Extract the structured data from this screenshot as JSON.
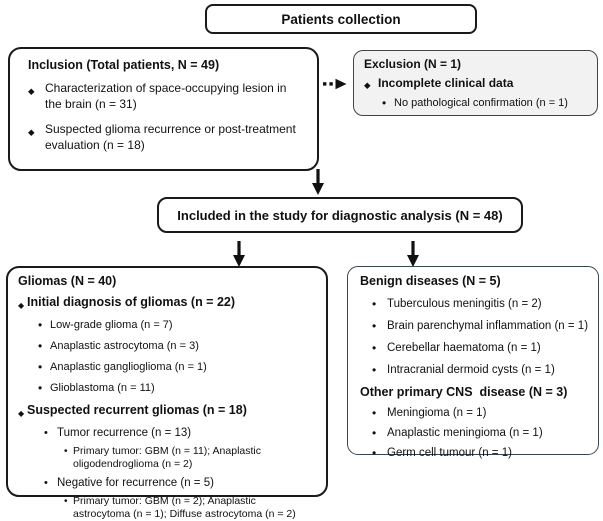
{
  "bullets": {
    "diamond": "◆",
    "round": "•"
  },
  "colors": {
    "box_border": "#1a1a1a",
    "benign_border": "#37474f",
    "exclusion_bg": "#f2f2f2",
    "text": "#111111"
  },
  "title_box": {
    "label": "Patients collection"
  },
  "inclusion_box": {
    "header": "Inclusion (Total patients, N = 49)",
    "items": [
      "Characterization of space-occupying lesion in the brain (n = 31)",
      "Suspected glioma recurrence or post-treatment evaluation (n = 18)"
    ]
  },
  "exclusion_box": {
    "header": "Exclusion (N = 1)",
    "item": "Incomplete clinical data",
    "subitem": "No pathological confirmation (n = 1)"
  },
  "included_box": {
    "label": "Included in the study for diagnostic analysis (N = 48)"
  },
  "gliomas_box": {
    "header": "Gliomas (N = 40)",
    "initial_header": "Initial diagnosis of gliomas (n = 22)",
    "initial_items": [
      "Low-grade glioma (n = 7)",
      "Anaplastic astrocytoma (n = 3)",
      "Anaplastic ganglioglioma (n = 1)",
      "Glioblastoma (n = 11)"
    ],
    "recurrent_header": "Suspected recurrent gliomas (n = 18)",
    "recurrent_items": [
      {
        "label": "Tumor recurrence (n = 13)",
        "detail": "Primary tumor: GBM (n = 11); Anaplastic oligodendroglioma (n = 2)"
      },
      {
        "label": "Negative for recurrence (n = 5)",
        "detail": "Primary tumor: GBM (n = 2); Anaplastic astrocytoma (n = 1); Diffuse astrocytoma (n = 2)"
      }
    ]
  },
  "benign_box": {
    "header": "Benign diseases (N = 5)",
    "items": [
      "Tuberculous meningitis (n = 2)",
      "Brain parenchymal inflammation (n = 1)",
      "Cerebellar haematoma (n = 1)",
      "Intracranial dermoid cysts (n = 1)"
    ],
    "other_header": "Other primary CNS  disease (N = 3)",
    "other_items": [
      "Meningioma (n = 1)",
      "Anaplastic meningioma (n = 1)",
      "Germ cell tumour (n = 1)"
    ]
  }
}
